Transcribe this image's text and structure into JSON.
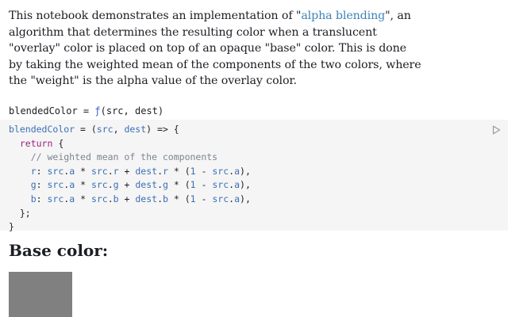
{
  "intro": {
    "before_link": "This notebook demonstrates an implementation of \"",
    "link_text": "alpha blending",
    "after_link": "\", an algorithm that determines the resulting color when a translucent \"overlay\" color is placed on top of an opaque \"base\" color. This is done by taking the weighted mean of the components of the two colors, where the \"weight\" is the alpha value of the overlay color."
  },
  "output": {
    "name": "blendedColor",
    "equals": " = ",
    "fn_symbol": "ƒ",
    "signature": "(src, dest)"
  },
  "code": {
    "decl_name": "blendedColor",
    "decl_rest_1": " = (",
    "param_src": "src",
    "comma": ", ",
    "param_dest": "dest",
    "decl_rest_2": ") => {",
    "return_kw": "return",
    "return_rest": " {",
    "comment": "// weighted mean of the components",
    "rows": [
      {
        "key": "r",
        "chan": "r"
      },
      {
        "key": "g",
        "chan": "g"
      },
      {
        "key": "b",
        "chan": "b"
      }
    ],
    "close_obj": "  };",
    "close_fn": "}"
  },
  "heading": "Base color:",
  "swatch_color": "#808080",
  "icons": {
    "run": "play-icon"
  }
}
